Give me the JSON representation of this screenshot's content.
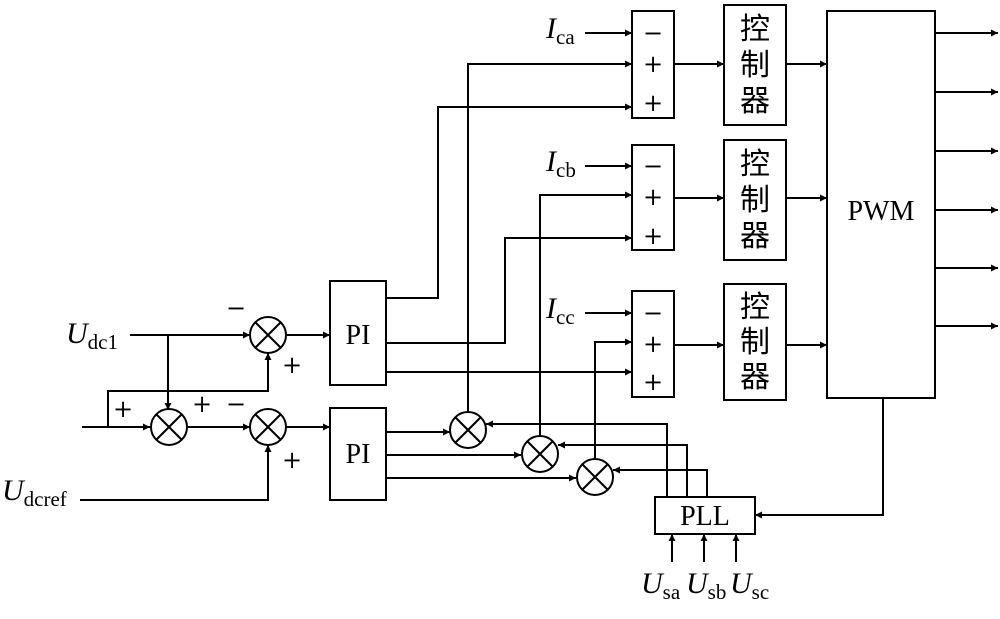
{
  "blocks": {
    "pi": "PI",
    "pwm": "PWM",
    "pll": "PLL",
    "controller": [
      "控",
      "制",
      "器"
    ]
  },
  "signs": {
    "plus": "+",
    "minus": "−",
    "multiply": "×"
  },
  "inputs": {
    "udc1": {
      "main": "U",
      "sub": "dc1"
    },
    "udcref": {
      "main": "U",
      "sub": "dcref"
    },
    "ica": {
      "main": "I",
      "sub": "ca"
    },
    "icb": {
      "main": "I",
      "sub": "cb"
    },
    "icc": {
      "main": "I",
      "sub": "cc"
    },
    "usa": {
      "main": "U",
      "sub": "sa"
    },
    "usb": {
      "main": "U",
      "sub": "sb"
    },
    "usc": {
      "main": "U",
      "sub": "sc"
    }
  }
}
